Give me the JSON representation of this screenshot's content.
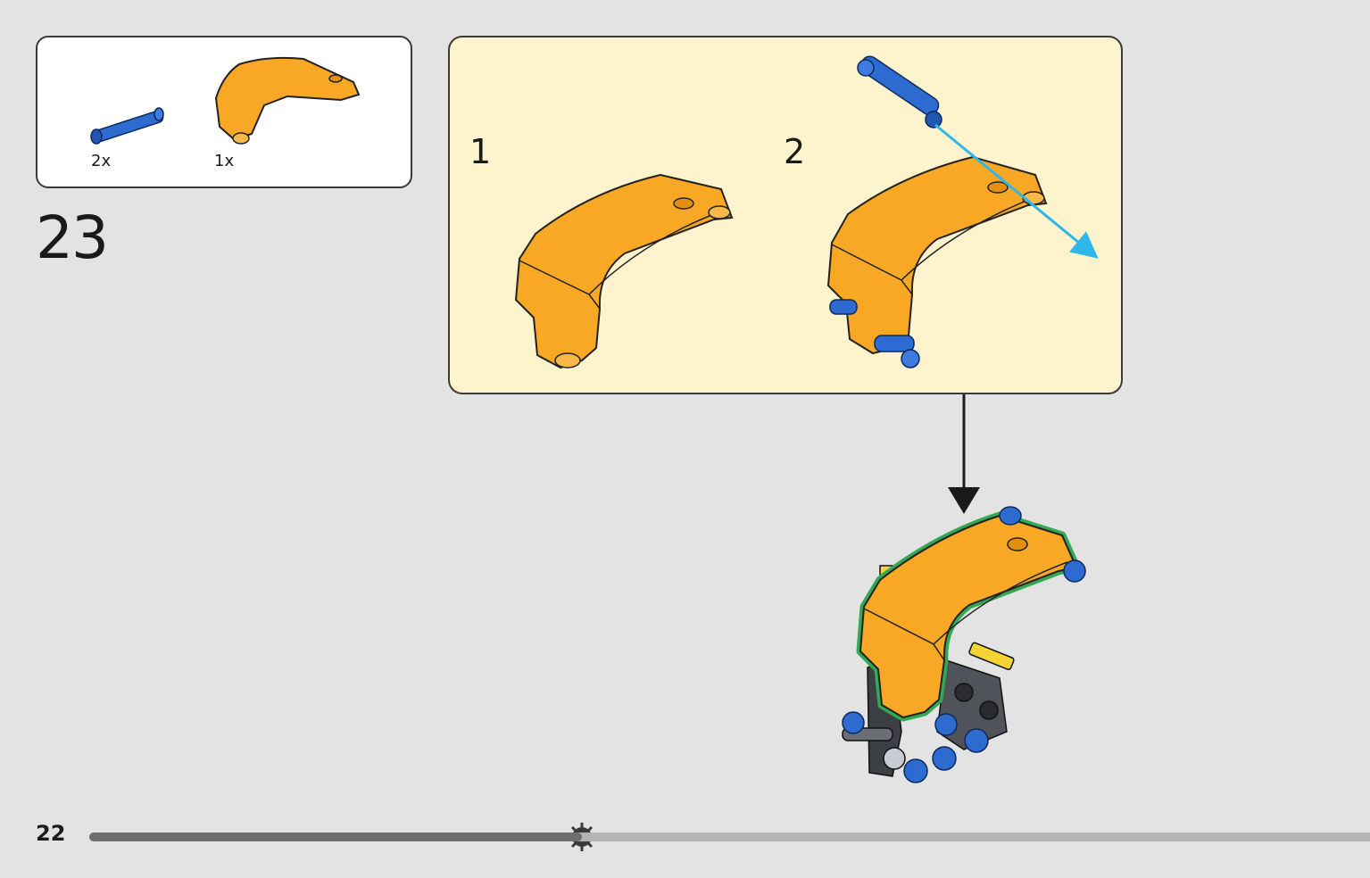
{
  "parts_list": {
    "items": [
      {
        "part": "blue-connector-pin",
        "quantity": "2x",
        "color": "#2d6bd0"
      },
      {
        "part": "orange-curved-panel",
        "quantity": "1x",
        "color": "#f9a825"
      }
    ]
  },
  "step": {
    "number": "23"
  },
  "sub_assembly": {
    "background": "#fdf3cd",
    "steps": [
      {
        "label": "1"
      },
      {
        "label": "2"
      }
    ],
    "arrow_color": "#2fb6ea"
  },
  "footer": {
    "page_number": "22",
    "progress": 0.385
  },
  "colors": {
    "orange": "#f9a825",
    "blue": "#2d6bd0",
    "highlight": "#34a853",
    "dark_gray": "#3c3f44",
    "yellow": "#f4d534"
  }
}
